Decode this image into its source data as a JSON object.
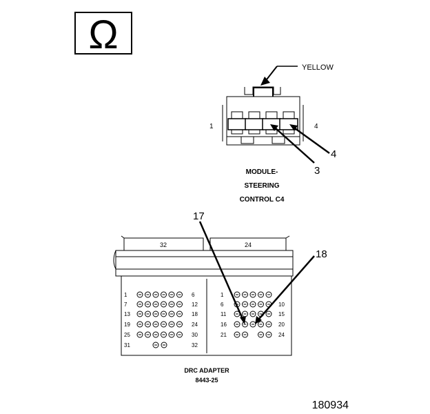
{
  "symbol": {
    "icon": "ohm-icon",
    "glyph": "Ω"
  },
  "connector": {
    "wire_color_label": "YELLOW",
    "pin_left_label": "1",
    "pin_right_label": "4",
    "callout_a": "4",
    "callout_b": "3",
    "title_lines": [
      "MODULE-",
      "STEERING",
      "CONTROL C4"
    ]
  },
  "adapter": {
    "callout_left": "17",
    "callout_right": "18",
    "left_bank_label": "32",
    "right_bank_label": "24",
    "left_rows": [
      {
        "start": "1",
        "end": "6"
      },
      {
        "start": "7",
        "end": "12"
      },
      {
        "start": "13",
        "end": "18"
      },
      {
        "start": "19",
        "end": "24"
      },
      {
        "start": "25",
        "end": "30"
      },
      {
        "start": "31",
        "end": "32"
      }
    ],
    "right_rows": [
      {
        "start": "1",
        "end": ""
      },
      {
        "start": "6",
        "end": "10"
      },
      {
        "start": "11",
        "end": "15"
      },
      {
        "start": "16",
        "end": "20"
      },
      {
        "start": "21",
        "end": "24"
      }
    ],
    "name": "DRC ADAPTER",
    "part_number": "8443-25"
  },
  "figure_id": "180934"
}
